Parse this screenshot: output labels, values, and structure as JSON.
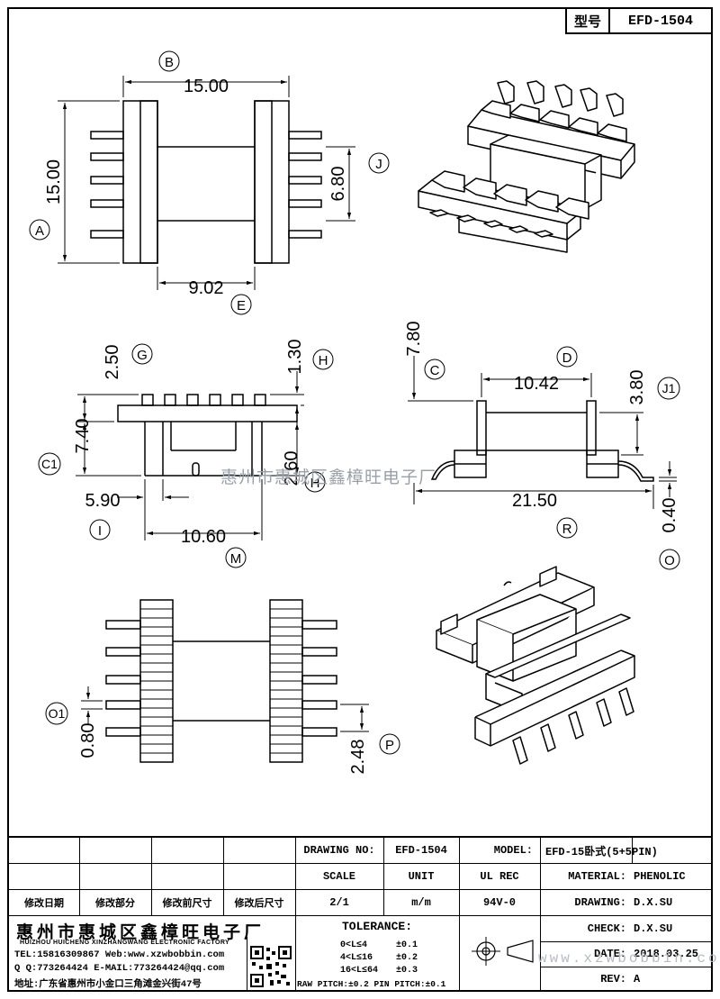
{
  "header": {
    "type_label": "型号",
    "type_value": "EFD-1504"
  },
  "top_view": {
    "dim_b": "15.00",
    "dim_a": "15.00",
    "dim_j": "6.80",
    "dim_e": "9.02",
    "labels": {
      "b": "B",
      "a": "A",
      "j": "J",
      "e": "E"
    }
  },
  "front_view": {
    "dim_g": "2.50",
    "dim_h": "1.30",
    "dim_c1": "7.40",
    "dim_h2": "2.60",
    "dim_i": "5.90",
    "dim_m": "10.60",
    "labels": {
      "g": "G",
      "h": "H",
      "c1": "C1",
      "i": "I",
      "m": "M",
      "h2": "H"
    }
  },
  "side_view": {
    "dim_c": "7.80",
    "dim_d": "10.42",
    "dim_j1": "3.80",
    "dim_r": "21.50",
    "dim_o": "0.40",
    "labels": {
      "c": "C",
      "d": "D",
      "j1": "J1",
      "r": "R",
      "o": "O"
    }
  },
  "bottom_view": {
    "dim_o1": "0.80",
    "dim_p": "2.48",
    "labels": {
      "o1": "O1",
      "p": "P"
    }
  },
  "watermark": "惠州市惠城区鑫樟旺电子厂",
  "watermark_url": "www.xzwbobbin.com",
  "title_block": {
    "drawing_no_label": "DRAWING NO:",
    "drawing_no": "EFD-1504",
    "model_label": "MODEL:",
    "model": "EFD-15卧式(5+5PIN)",
    "scale_label": "SCALE",
    "unit_label": "UNIT",
    "ul_label": "UL REC",
    "material_label": "MATERIAL:",
    "material": "PHENOLIC",
    "scale": "2/1",
    "unit": "m/m",
    "ul": "94V-0",
    "drawing_label": "DRAWING:",
    "drawing": "D.X.SU",
    "check_label": "CHECK:",
    "check": "D.X.SU",
    "date_label": "DATE:",
    "date": "2018.03.25",
    "rev_label": "REV:",
    "rev": "A",
    "rev_headers": [
      "修改日期",
      "修改部分",
      "修改前尺寸",
      "修改后尺寸"
    ],
    "company_cn": "惠州市惠城区鑫樟旺电子厂",
    "company_en": "HUIZHOU HUICHENG XINZHANGWANG ELECTRONIC FACTORY",
    "contact_1": "TEL:15816309867 Web:www.xzwbobbin.com",
    "contact_2": "Q Q:773264424 E-MAIL:773264424@qq.com",
    "contact_3": "地址:广东省惠州市小金口三角滩金兴街47号",
    "tolerance_label": "TOLERANCE:",
    "tol_1a": "0<L≤4",
    "tol_1b": "±0.1",
    "tol_2a": "4<L≤16",
    "tol_2b": "±0.2",
    "tol_3a": "16<L≤64",
    "tol_3b": "±0.3",
    "pitch": "RAW PITCH:±0.2 PIN PITCH:±0.1"
  }
}
